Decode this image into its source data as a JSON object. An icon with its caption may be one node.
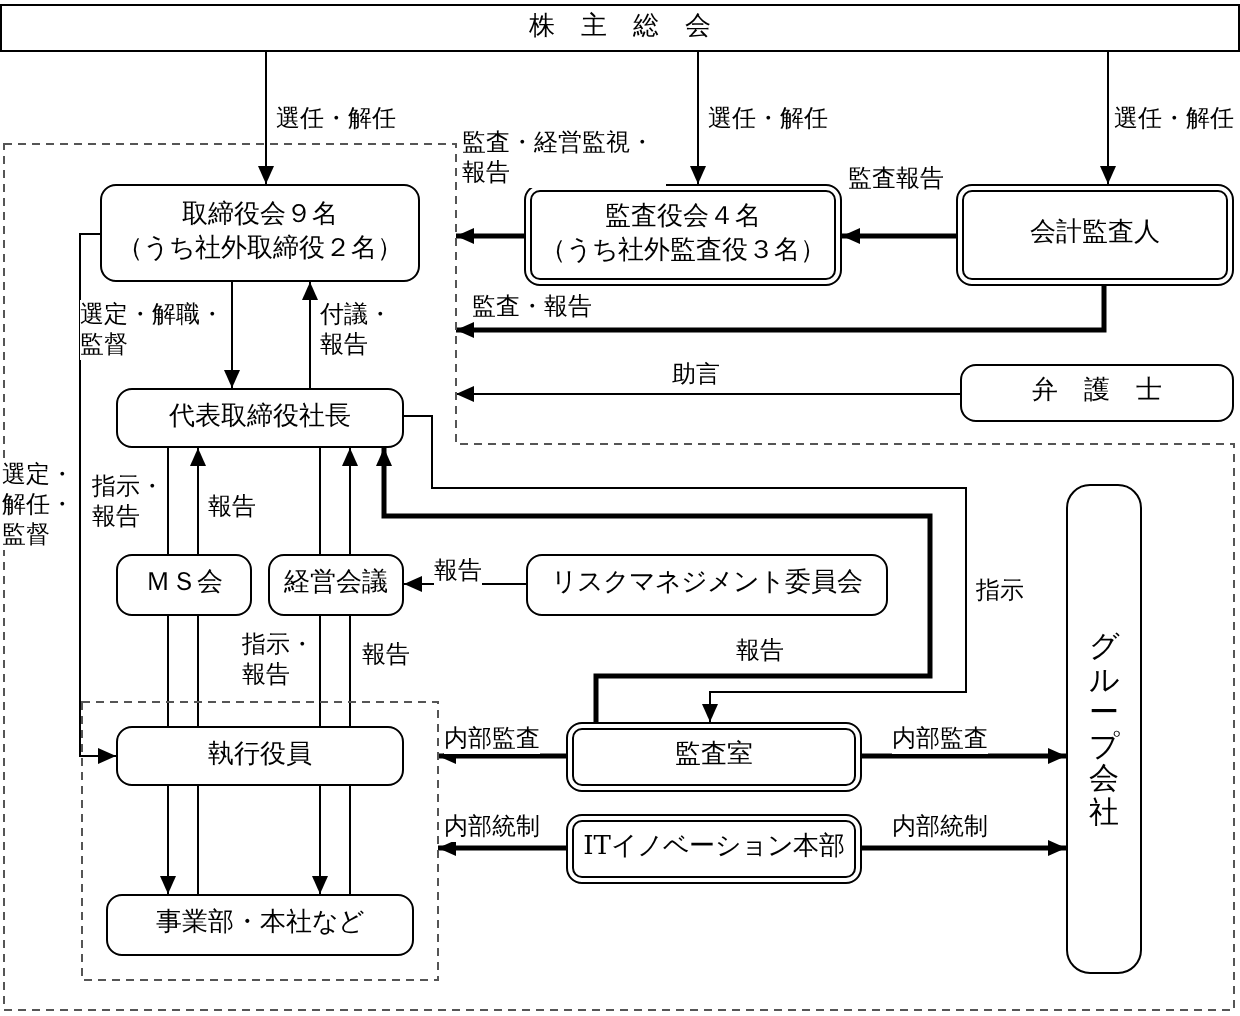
{
  "diagram": {
    "nodes": [
      {
        "text": [
          "株　主　総　会"
        ]
      },
      {
        "text": [],
        "shape": "polygon"
      },
      {
        "text": [
          "取締役会９名（うち社外取締役２名）"
        ],
        "in": 1
      },
      {
        "text": [
          "監査役会４名（うち社外監査役３名）"
        ]
      },
      {
        "text": [
          "会計監査人"
        ]
      },
      {
        "text": [
          "弁　護　士"
        ]
      },
      {
        "text": [
          "代表取締役社長"
        ],
        "in": 1
      },
      {
        "text": [
          "ＭＳ会"
        ],
        "in": 1
      },
      {
        "text": [
          "経営会議"
        ],
        "in": 1
      },
      {
        "text": [
          "リスクマネジメント委員会"
        ],
        "in": 1
      },
      {
        "text": [
          "グループ会社"
        ],
        "in": 1
      },
      {
        "text": [],
        "shape": "box",
        "in": 1
      },
      {
        "text": [
          "執行役員"
        ],
        "in": 11
      },
      {
        "text": [
          "事業部・本社など"
        ],
        "in": 11
      },
      {
        "text": [
          "監査室"
        ],
        "in": 1
      },
      {
        "text": [
          "ITイノベーション本部"
        ],
        "in": 1
      }
    ],
    "edges": [
      {
        "from": 0,
        "to": 2,
        "arrow": "to",
        "label": "選任・解任"
      },
      {
        "from": 0,
        "to": 3,
        "arrow": "to",
        "label": "選任・解任"
      },
      {
        "from": 0,
        "to": 4,
        "arrow": "to",
        "label": "選任・解任"
      },
      {
        "from": 3,
        "to": 1,
        "arrow": "to",
        "label": "監査・経営監視・報告",
        "style": "thick"
      },
      {
        "from": 4,
        "to": 3,
        "arrow": "to",
        "label": "監査報告",
        "style": "thick"
      },
      {
        "from": 4,
        "to": 1,
        "arrow": "to",
        "label": "監査・報告",
        "style": "thick"
      },
      {
        "from": 5,
        "to": 1,
        "arrow": "to",
        "label": "助言"
      },
      {
        "from": 2,
        "to": 6,
        "arrow": "to",
        "label": "選定・解職・監督"
      },
      {
        "from": 6,
        "to": 2,
        "arrow": "to",
        "label": "付議・報告"
      },
      {
        "from": 2,
        "to": 12,
        "arrow": "to",
        "label": "選定・解任・監督"
      },
      {
        "from": 6,
        "to": 7,
        "arrow": "none",
        "label": "指示・報告"
      },
      {
        "from": 7,
        "to": 6,
        "arrow": "to",
        "label": "報告"
      },
      {
        "from": 7,
        "to": 12,
        "arrow": "none"
      },
      {
        "from": 12,
        "to": 13,
        "arrow": "to"
      },
      {
        "from": 12,
        "to": 7,
        "arrow": "none"
      },
      {
        "from": 13,
        "to": 12,
        "arrow": "none"
      },
      {
        "from": 6,
        "to": 8,
        "arrow": "none"
      },
      {
        "from": 8,
        "to": 6,
        "arrow": "to"
      },
      {
        "from": 8,
        "to": 12,
        "arrow": "none",
        "label": "指示・報告"
      },
      {
        "from": 12,
        "to": 8,
        "arrow": "none",
        "label": "報告"
      },
      {
        "from": 12,
        "to": 13,
        "arrow": "to"
      },
      {
        "from": 13,
        "to": 12,
        "arrow": "none"
      },
      {
        "from": 9,
        "to": 8,
        "arrow": "to",
        "label": "報告"
      },
      {
        "from": 6,
        "to": 14,
        "arrow": "to",
        "label": "指示"
      },
      {
        "from": 14,
        "to": 6,
        "arrow": "to",
        "label": "報告",
        "style": "thick"
      },
      {
        "from": 14,
        "to": 11,
        "arrow": "to",
        "label": "内部監査",
        "style": "thick"
      },
      {
        "from": 14,
        "to": 10,
        "arrow": "to",
        "label": "内部監査",
        "style": "thick"
      },
      {
        "from": 15,
        "to": 11,
        "arrow": "to",
        "label": "内部統制",
        "style": "thick"
      },
      {
        "from": 15,
        "to": 10,
        "arrow": "to",
        "label": "内部統制",
        "style": "thick"
      }
    ]
  }
}
